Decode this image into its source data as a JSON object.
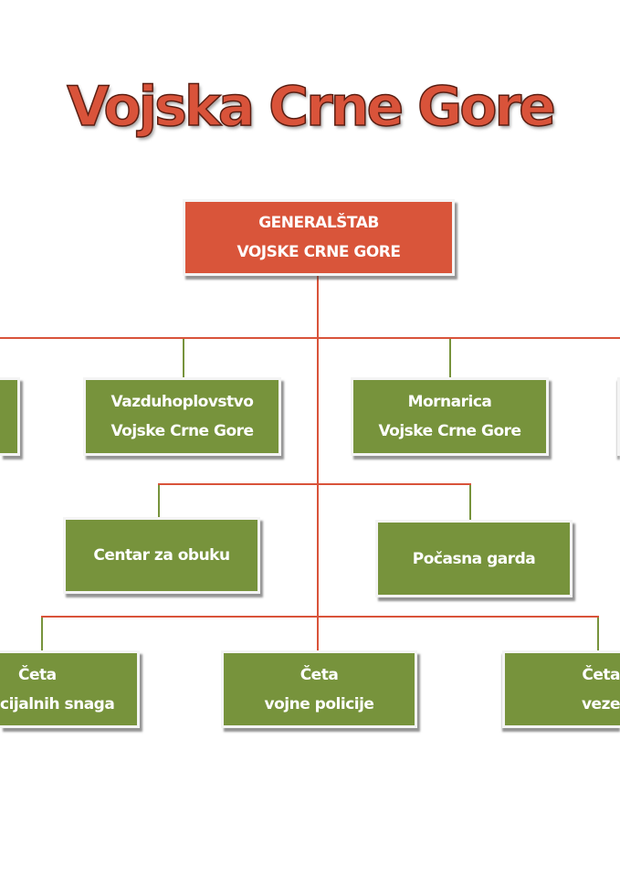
{
  "title": "Vojska Crne Gore",
  "colors": {
    "title": "#d9533a",
    "root_box": "#d9553a",
    "unit_box": "#77933c",
    "connector_main": "#d9533a",
    "connector_branch": "#77933c"
  },
  "root": {
    "line1": "GENERALŠTAB",
    "line2": "VOJSKE CRNE GORE"
  },
  "level1": [
    {
      "line1": "",
      "line2": ""
    },
    {
      "line1": "Vazduhoplovstvo",
      "line2": "Vojske Crne Gore"
    },
    {
      "line1": "Mornarica",
      "line2": "Vojske Crne Gore"
    },
    {
      "line1": "",
      "line2": ""
    }
  ],
  "level2": [
    {
      "label": "Centar za obuku"
    },
    {
      "label": "Počasna garda"
    }
  ],
  "level3": [
    {
      "line1": "Četa",
      "line2": "cijalnih snaga"
    },
    {
      "line1": "Četa",
      "line2": "vojne policije"
    },
    {
      "line1": "Četa",
      "line2": "veze"
    }
  ]
}
